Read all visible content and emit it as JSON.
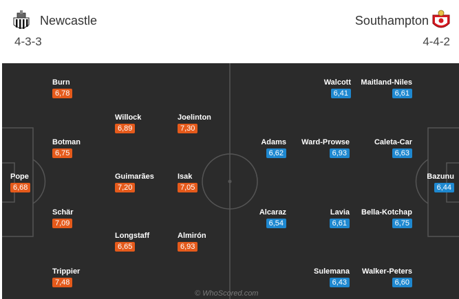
{
  "home": {
    "name": "Newcastle",
    "formation": "4-3-3",
    "crest_icon": "newcastle-crest-icon",
    "badge_color": "#e55a1b"
  },
  "away": {
    "name": "Southampton",
    "formation": "4-4-2",
    "crest_icon": "southampton-crest-icon",
    "badge_color": "#1e88d0"
  },
  "pitch": {
    "color": "#2b2b2b",
    "line_color": "#555555"
  },
  "home_players": [
    {
      "name": "Burn",
      "rating": "6,78"
    },
    {
      "name": "Willock",
      "rating": "6,89"
    },
    {
      "name": "Joelinton",
      "rating": "7,30"
    },
    {
      "name": "Botman",
      "rating": "6,75"
    },
    {
      "name": "Pope",
      "rating": "6,68"
    },
    {
      "name": "Guimarães",
      "rating": "7,20"
    },
    {
      "name": "Isak",
      "rating": "7,05"
    },
    {
      "name": "Schär",
      "rating": "7,09"
    },
    {
      "name": "Longstaff",
      "rating": "6,65"
    },
    {
      "name": "Almirón",
      "rating": "6,93"
    },
    {
      "name": "Trippier",
      "rating": "7,48"
    }
  ],
  "away_players": [
    {
      "name": "Walcott",
      "rating": "6,41"
    },
    {
      "name": "Maitland-Niles",
      "rating": "6,61"
    },
    {
      "name": "Adams",
      "rating": "6,62"
    },
    {
      "name": "Ward-Prowse",
      "rating": "6,93"
    },
    {
      "name": "Caleta-Car",
      "rating": "6,63"
    },
    {
      "name": "Bazunu",
      "rating": "6,44"
    },
    {
      "name": "Alcaraz",
      "rating": "6,54"
    },
    {
      "name": "Lavia",
      "rating": "6,61"
    },
    {
      "name": "Bella-Kotchap",
      "rating": "6,75"
    },
    {
      "name": "Sulemana",
      "rating": "6,43"
    },
    {
      "name": "Walker-Peters",
      "rating": "6,60"
    }
  ],
  "watermark": "© WhoScored.com"
}
